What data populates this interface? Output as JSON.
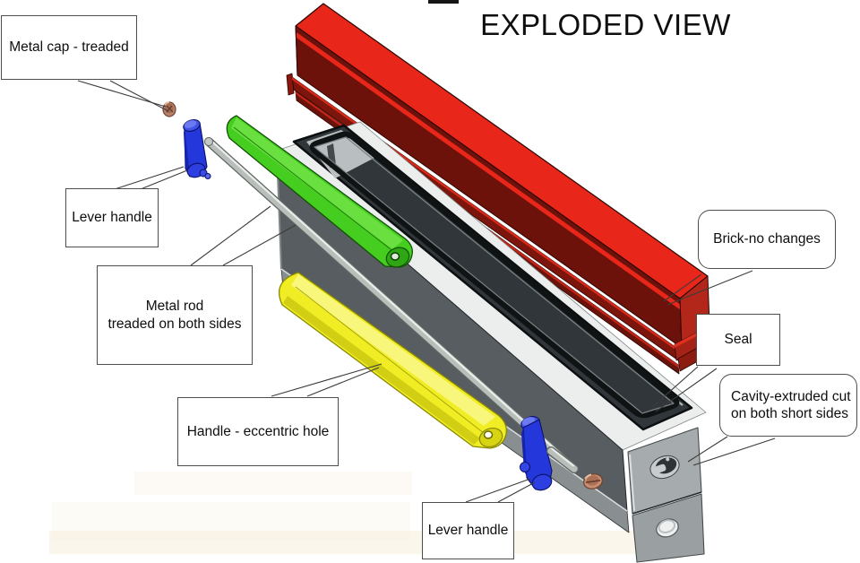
{
  "title": "EXPLODED VIEW",
  "labels": {
    "metal_cap": {
      "text": "Metal cap - treaded"
    },
    "lever_top": {
      "text": "Lever handle"
    },
    "metal_rod": {
      "line1": "Metal rod",
      "line2": "treaded on both sides"
    },
    "handle_eccentric": {
      "text": "Handle - eccentric hole"
    },
    "lever_bottom": {
      "text": "Lever handle"
    },
    "brick": {
      "text": "Brick-no changes"
    },
    "seal": {
      "text": "Seal"
    },
    "cavity": {
      "line1": "Cavity-extruded cut",
      "line2": "on both short sides"
    }
  },
  "parts": {
    "brick_color": "#e8261a",
    "brick_shadow_color": "#6d120b",
    "body_color": "#575d60",
    "body_light_color": "#a6acae",
    "seal_color": "#101314",
    "green_handle_color": "#45cd20",
    "yellow_handle_color": "#f0ed25",
    "lever_color": "#2437da",
    "rod_color": "#b8beba",
    "cap_color": "#bb8066"
  }
}
